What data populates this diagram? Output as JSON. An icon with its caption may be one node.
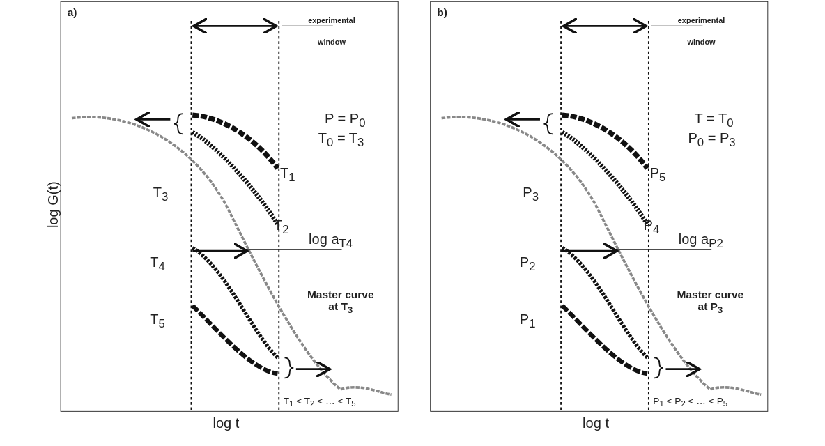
{
  "diagram": {
    "nodes": [
      {
        "text": [
          "a)"
        ]
      },
      {
        "text": [
          "b)"
        ]
      }
    ],
    "edges": [],
    "labels": [
      "log G(t)",
      "experimental window",
      "P = P$_{0}$",
      "T$_{0}$ = T$_{3}$",
      "T$_{1}$",
      "T$_{3}$",
      "T$_{2}$",
      "log a$_{T4}$",
      "T$_{4}$",
      "Master curve at T$_{3}$",
      "T$_{5}$",
      "T$_{1}$ < T$_{2}$ < … < T$_{5}$",
      "log t",
      "experimental window",
      "T = T$_{0}$",
      "P$_{0}$ = P$_{3}$",
      "P$_{5}$",
      "P$_{3}$",
      "P$_{4}$",
      "log a$_{P2}$",
      "P$_{2}$",
      "Master curve at P$_{3}$",
      "P$_{1}$",
      "P$_{1}$ < P$_{2}$ < … < P$_{5}$",
      "log t"
    ]
  }
}
